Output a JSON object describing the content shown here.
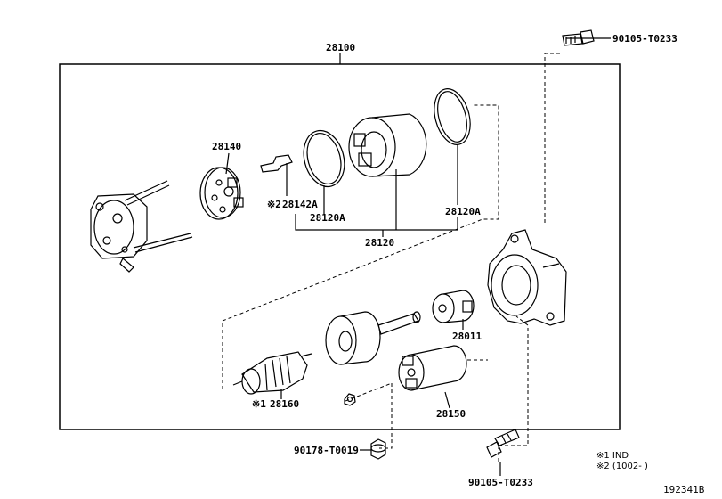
{
  "parts": {
    "assembly": "28100",
    "brush_holder": "28140",
    "brush_spring": "28142A",
    "brush_spring_mark": "※2",
    "o_ring_left": "28120A",
    "o_ring_right": "28120A",
    "field_frame": "28120",
    "drive_clutch": "28011",
    "armature": "28160",
    "armature_mark": "※1",
    "solenoid": "28150",
    "bolt_top": "90105-T0233",
    "bolt_bottom": "90105-T0233",
    "nut": "90178-T0019"
  },
  "notes": {
    "note1": "※1 IND",
    "note2": "※2 (1002-      )"
  },
  "diagram_id": "192341B"
}
